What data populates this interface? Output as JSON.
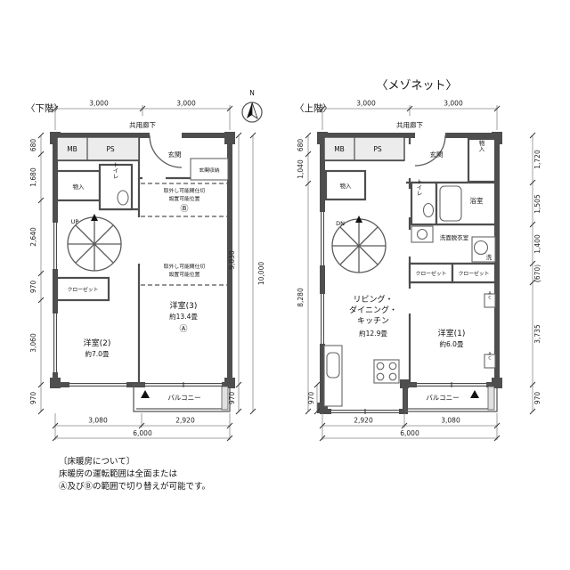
{
  "title": "〈メゾネット〉",
  "compass": {
    "north": "N"
  },
  "note": {
    "heading": "〔床暖房について〕",
    "line1": "床暖房の運転範囲は全面または",
    "line2": "Ⓐ及びⒷの範囲で切り替えが可能です。"
  },
  "lower": {
    "label": "〈下階〉",
    "corridor": "共用廊下",
    "mb": "MB",
    "ps": "PS",
    "genkan": "玄関",
    "genkan_storage": "玄関収納",
    "monoire": "物入",
    "toilet": "トイレ",
    "stair_dir": "UP",
    "partition_note_1": "取外し可能間仕切",
    "partition_note_2": "設置可能位置",
    "mark_a": "Ⓐ",
    "mark_b": "Ⓑ",
    "room3": "洋室(3)",
    "room3_size": "約13.4畳",
    "closet": "クローゼット",
    "room2": "洋室(2)",
    "room2_size": "約7.0畳",
    "balcony": "バルコニー",
    "dims": {
      "top": [
        "3,000",
        "3,000"
      ],
      "left": [
        "680",
        "1,680",
        "2,640",
        "970",
        "3,060",
        "970"
      ],
      "right_main": "9,030",
      "right_balcony": "970",
      "right_total": "10,000",
      "bottom": [
        "3,080",
        "2,920"
      ],
      "bottom_total": "6,000"
    }
  },
  "upper": {
    "label": "〈上階〉",
    "corridor": "共用廊下",
    "mb": "MB",
    "ps": "PS",
    "genkan": "玄関",
    "monoire_entry": "物入",
    "monoire_hall": "物入",
    "bathroom": "浴室",
    "toilet": "トイレ",
    "washroom": "洗面脱衣室",
    "washer": "洗",
    "stair_dir": "DN",
    "closet_left": "クローゼット",
    "closet_right": "クローゼット",
    "ldk1": "リビング・",
    "ldk2": "ダイニング・",
    "ldk3": "キッチン",
    "ldk_size": "約12.9畳",
    "room1": "洋室(1)",
    "room1_size": "約6.0畳",
    "balcony": "バルコニー",
    "ac": "AC",
    "dims": {
      "top": [
        "3,000",
        "3,000"
      ],
      "left": [
        "680",
        "1,040",
        "8,280"
      ],
      "left_balcony": "970",
      "right": [
        "1,720",
        "1,505",
        "1,400",
        "(670)",
        "3,735",
        "970"
      ],
      "bottom": [
        "2,920",
        "3,080"
      ],
      "bottom_total": "6,000"
    }
  }
}
